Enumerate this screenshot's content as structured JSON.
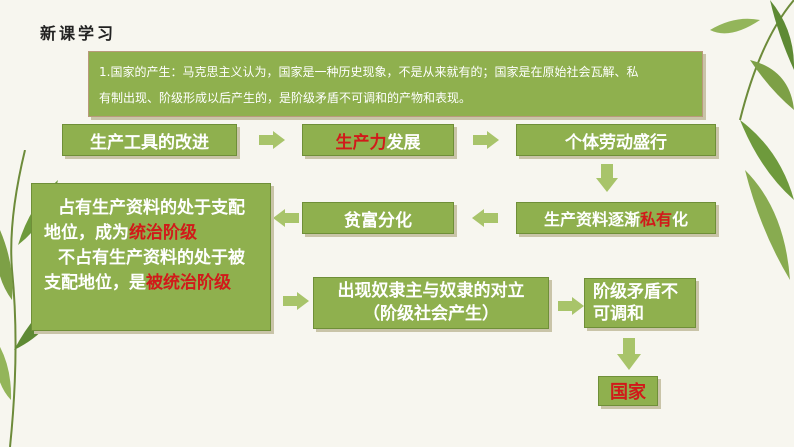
{
  "title": "新课学习",
  "intro": {
    "line1": "1.国家的产生：马克思主义认为，国家是一种历史现象，不是从来就有的；国家是在原始社会瓦解、私",
    "line2": "有制出现、阶级形成以后产生的，是阶级矛盾不可调和的产物和表现。"
  },
  "nodes": {
    "tools": "生产工具的改进",
    "productivity_red": "生产力",
    "productivity_rest": "发展",
    "individual": "个体劳动盛行",
    "private_pre": "生产资料逐渐",
    "private_red": "私有",
    "private_post": "化",
    "wealth": "贫富分化",
    "class_p1": "占有生产资料的处于支配地位，成为",
    "class_r1": "统治阶级",
    "class_p2": "不占有生产资料的处于被支配地位，是",
    "class_r2": "被统治阶级",
    "opposition_l1": "出现奴隶主与奴隶的对立",
    "opposition_l2": "（阶级社会产生）",
    "conflict_l1": "阶级矛盾不",
    "conflict_l2": "可调和",
    "state": "国家"
  },
  "colors": {
    "box_fill": "#8fb04e",
    "highlight": "#d11a1a",
    "arrow_fill": "#a8c46a"
  }
}
